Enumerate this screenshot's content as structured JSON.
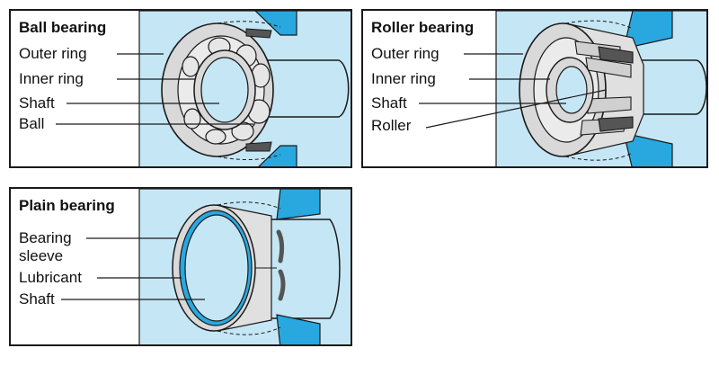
{
  "colors": {
    "panel_bg": "#c5e6f5",
    "accent_blue": "#29a8e0",
    "metal": "#d9d9d9",
    "dark_metal": "#555555",
    "outline": "#1a1a1a"
  },
  "ball": {
    "title": "Ball bearing",
    "labels": [
      "Outer ring",
      "Inner ring",
      "Shaft",
      "Ball"
    ]
  },
  "roller": {
    "title": "Roller bearing",
    "labels": [
      "Outer ring",
      "Inner ring",
      "Shaft",
      "Roller"
    ]
  },
  "plain": {
    "title": "Plain bearing",
    "sleeve_line1": "Bearing",
    "sleeve_line2": "sleeve",
    "labels": [
      "Lubricant",
      "Shaft"
    ]
  }
}
